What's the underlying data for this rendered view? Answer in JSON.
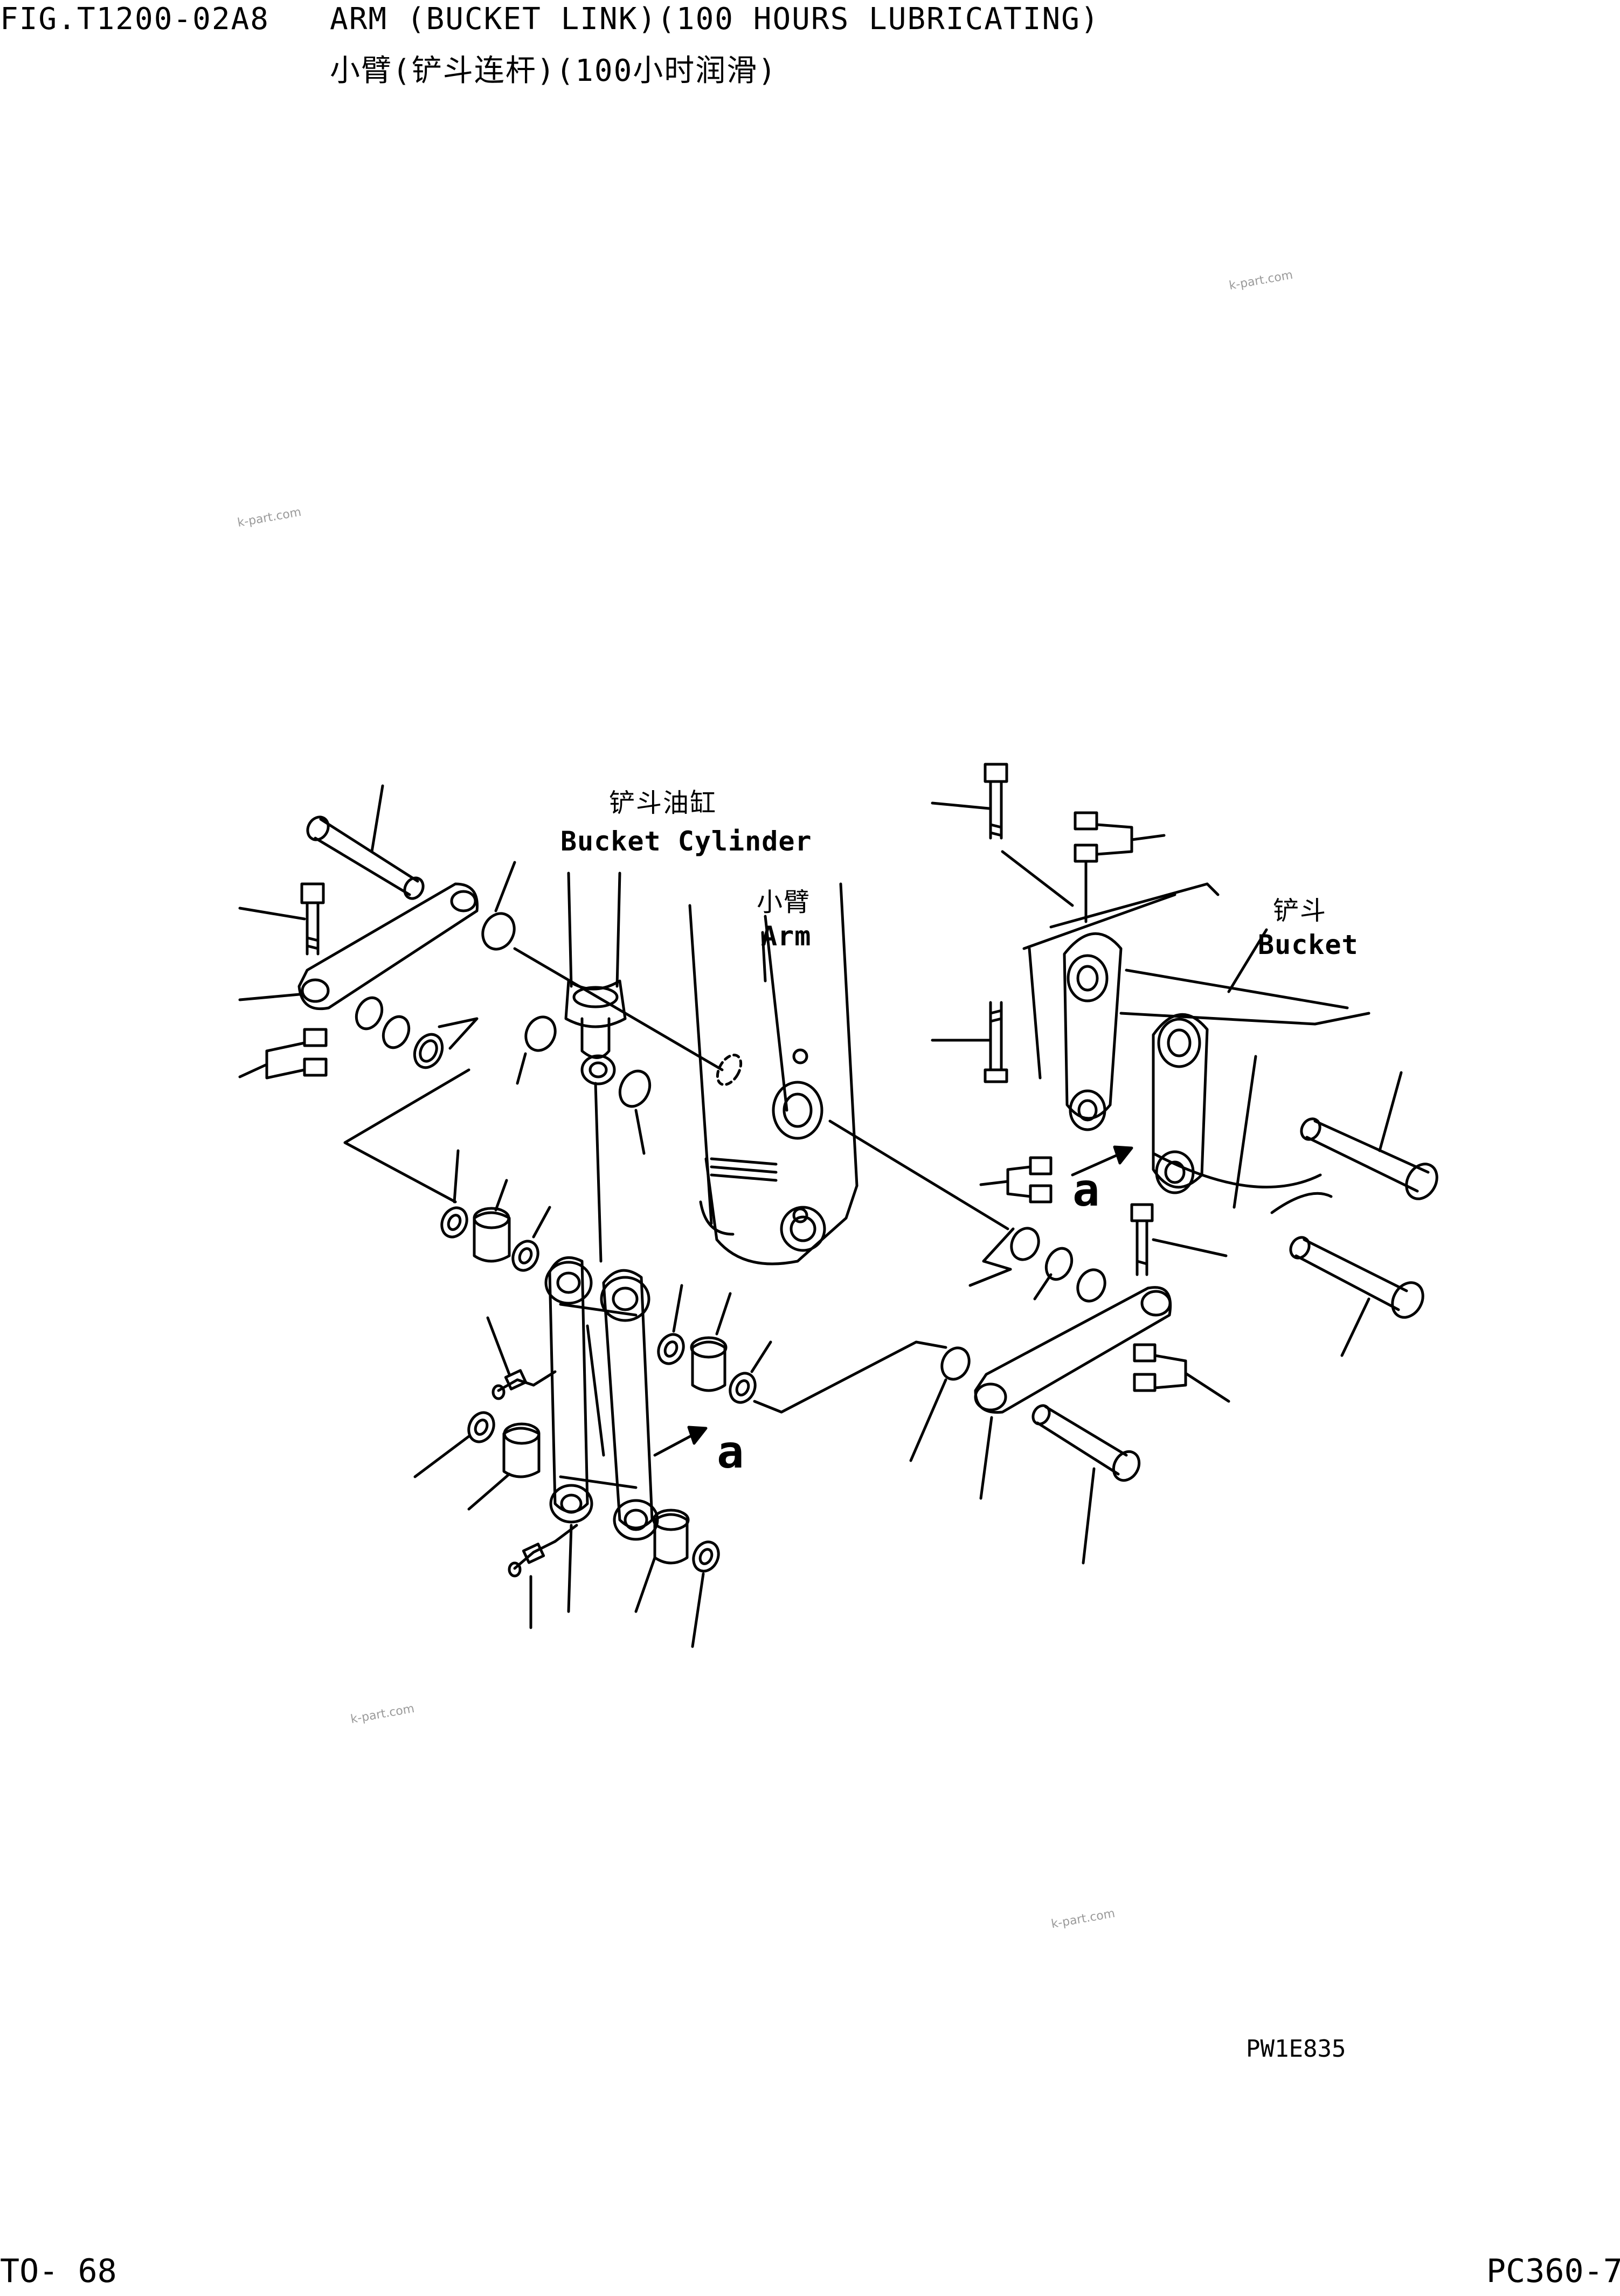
{
  "header": {
    "fig_code": "FIG.T1200-02A8",
    "title_en": "ARM (BUCKET LINK)(100 HOURS LUBRICATING)",
    "title_zh": "小臂(铲斗连杆)(100小时润滑)"
  },
  "labels": {
    "bucket_cylinder_zh": "铲斗油缸",
    "bucket_cylinder_en": "Bucket Cylinder",
    "arm_zh": "小臂",
    "arm_en": "Arm",
    "bucket_zh": "铲斗",
    "bucket_en": "Bucket",
    "ref_a_1": "a",
    "ref_a_2": "a"
  },
  "watermarks": [
    "k-part.com",
    "k-part.com",
    "k-part.com",
    "k-part.com"
  ],
  "drawing_code": "PW1E835",
  "footer": {
    "page": "TO-  68",
    "model": "PC360-7"
  }
}
